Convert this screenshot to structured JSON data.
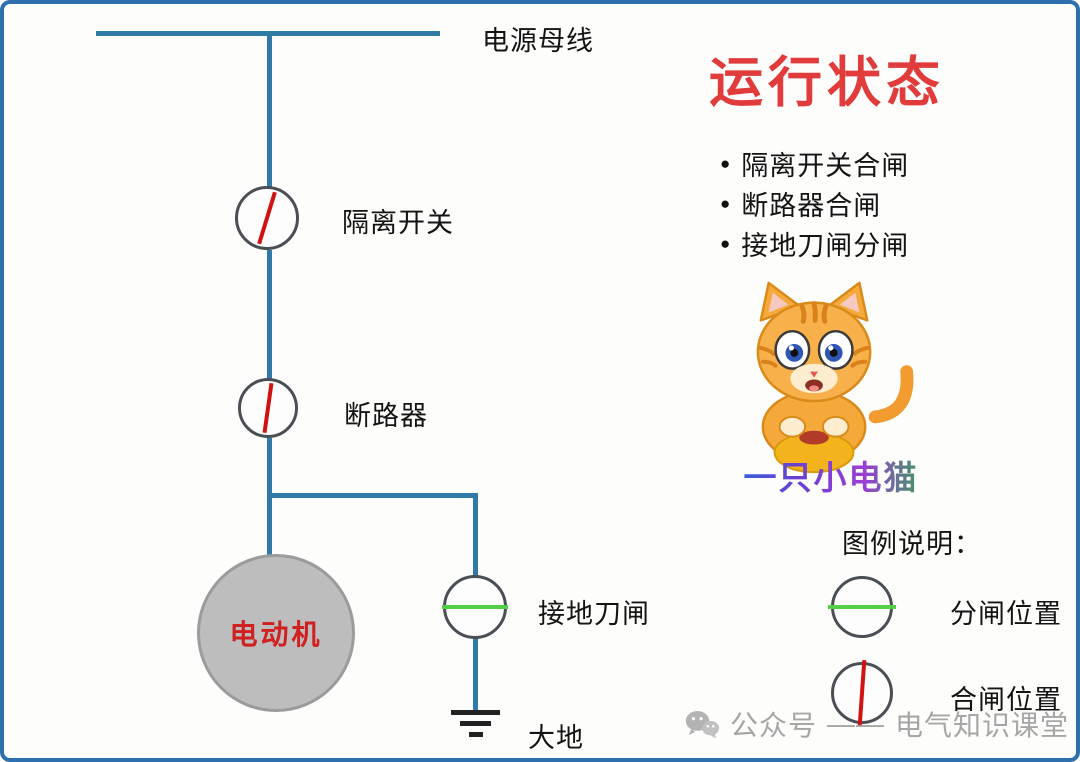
{
  "diagram": {
    "bus_label": "电源母线",
    "isolation_label": "隔离开关",
    "breaker_label": "断路器",
    "motor_label": "电动机",
    "ground_switch_label": "接地刀闸",
    "earth_label": "大地"
  },
  "status": {
    "title": "运行状态",
    "bullet_glyph": "●",
    "bullets": [
      "隔离开关合闸",
      "断路器合闸",
      "接地刀闸分闸"
    ],
    "caption": "一只小电猫"
  },
  "legend": {
    "title": "图例说明：",
    "items": [
      {
        "label": "分闸位置",
        "state": "open"
      },
      {
        "label": "合闸位置",
        "state": "closed"
      }
    ]
  },
  "footer": {
    "platform": "公众号",
    "separator": "——",
    "account": "电气知识课堂"
  },
  "colors": {
    "wire": "#2f7aa6",
    "switch_closed": "#d11212",
    "switch_open": "#52cf46",
    "title": "#e13b3b",
    "motor_fill": "#bdbdbd",
    "border": "#2e6fae",
    "footer_text": "#a6a6a6"
  }
}
